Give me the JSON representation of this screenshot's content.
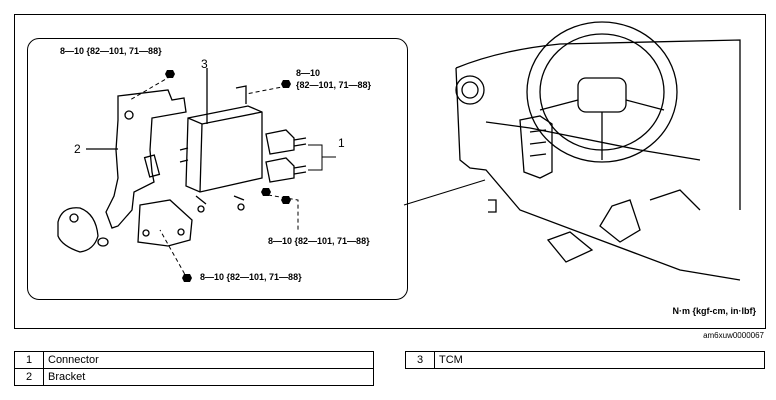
{
  "diagram": {
    "callouts": [
      {
        "id": "1",
        "name": "Connector"
      },
      {
        "id": "2",
        "name": "Bracket"
      },
      {
        "id": "3",
        "name": "TCM"
      }
    ],
    "torque_labels": {
      "top_left": "8—10 {82—101, 71—88}",
      "top_right_line1": "8—10",
      "top_right_line2": "{82—101, 71—88}",
      "right": "8—10 {82—101, 71—88}",
      "bottom": "8—10 {82—101, 71—88}"
    },
    "unit_note": "N·m {kgf-cm, in·lbf}",
    "figure_code": "am6xuw0000067"
  },
  "legend": {
    "left": [
      {
        "num": "1",
        "label": "Connector"
      },
      {
        "num": "2",
        "label": "Bracket"
      }
    ],
    "right": [
      {
        "num": "3",
        "label": "TCM"
      }
    ]
  }
}
